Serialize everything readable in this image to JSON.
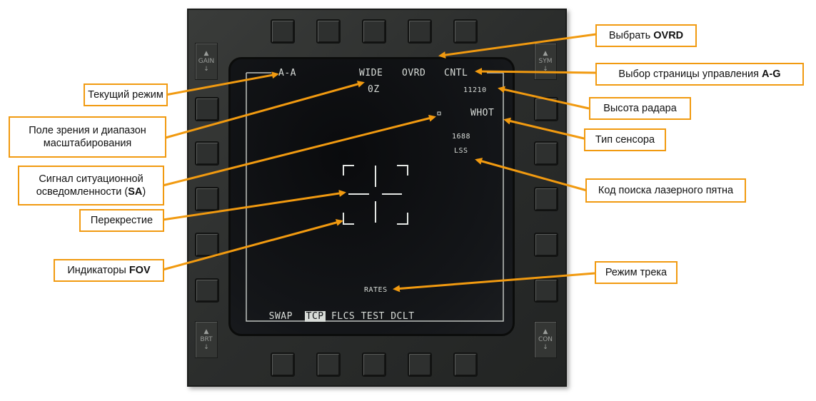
{
  "mfd": {
    "top_row": {
      "mode": "A-A",
      "fov": "WIDE",
      "ovrd": "OVRD",
      "cntl": "CNTL"
    },
    "fov_zoom": "0Z",
    "altitude": "11210",
    "sensor": "WHOT",
    "laser_code": "1688",
    "lss": "LSS",
    "rates": "RATES",
    "bottom_row": [
      "SWAP",
      "TCP",
      "FLCS",
      "TEST",
      "DCLT"
    ],
    "rockers": {
      "gain": {
        "up": "▲",
        "label": "GAIN",
        "down": "↓"
      },
      "sym": {
        "up": "▲",
        "label": "SYM",
        "down": "↓"
      },
      "brt": {
        "up": "▲",
        "label": "BRT",
        "down": "↓"
      },
      "con": {
        "up": "▲",
        "label": "CON",
        "down": "↓"
      }
    }
  },
  "callouts": {
    "ovrd": {
      "text": "Выбрать ",
      "bold": "OVRD"
    },
    "cntl": {
      "text": "Выбор страницы управления ",
      "bold": "A-G"
    },
    "mode": {
      "text": "Текущий режим"
    },
    "fov": {
      "line1": "Поле зрения и диапазон",
      "line2": "масштабирования"
    },
    "sa": {
      "line1": "Сигнал  ситуационной",
      "line2": "осведомленности (",
      "bold": "SA",
      "tail": ")"
    },
    "cross": {
      "text": "Перекрестие"
    },
    "fovind": {
      "text": "Индикаторы ",
      "bold": "FOV"
    },
    "alt": {
      "text": "Высота радара"
    },
    "sensor": {
      "text": "Тип сенсора"
    },
    "laser": {
      "text": "Код поиска лазерного пятна"
    },
    "track": {
      "text": "Режим трека"
    }
  },
  "colors": {
    "callout_border": "#f19a10",
    "arrow": "#f19a10",
    "symbology": "#d8dcd8"
  }
}
